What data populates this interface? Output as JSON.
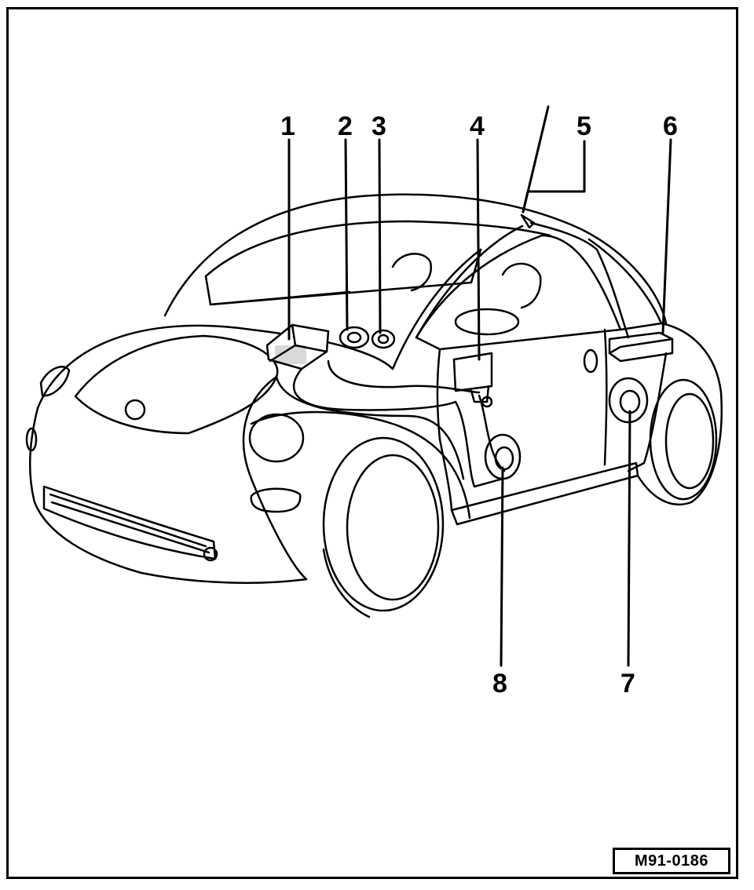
{
  "figure": {
    "code": "M91-0186",
    "callouts": [
      "1",
      "2",
      "3",
      "4",
      "5",
      "6",
      "7",
      "8"
    ]
  }
}
